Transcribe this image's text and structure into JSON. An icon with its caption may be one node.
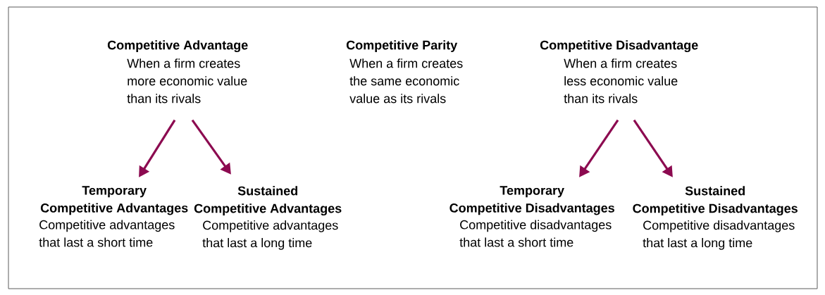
{
  "diagram": {
    "nodes": [
      {
        "text": [
          "Competitive Advantage",
          "When a firm creates more economic value than its rivals"
        ]
      },
      {
        "text": [
          "Competitive Parity",
          "When a firm creates the same economic value as its rivals"
        ]
      },
      {
        "text": [
          "Competitive Disadvantage",
          "When a firm creates less economic value than its rivals"
        ]
      },
      {
        "text": [
          "Temporary Competitive Advantages",
          "Competitive advantages that last a short time"
        ]
      },
      {
        "text": [
          "Sustained Competitive Advantages",
          "Competitive advantages that last a long time"
        ]
      },
      {
        "text": [
          "Temporary Competitive Disadvantages",
          "Competitive disadvantages that last a short time"
        ]
      },
      {
        "text": [
          "Sustained Competitive Disadvantages",
          "Competitive disadvantages that last a long time"
        ]
      }
    ],
    "edges": [
      {
        "from": 0,
        "to": 3,
        "arrow": "to"
      },
      {
        "from": 0,
        "to": 4,
        "arrow": "to"
      },
      {
        "from": 2,
        "to": 5,
        "arrow": "to"
      },
      {
        "from": 2,
        "to": 6,
        "arrow": "to"
      }
    ]
  }
}
